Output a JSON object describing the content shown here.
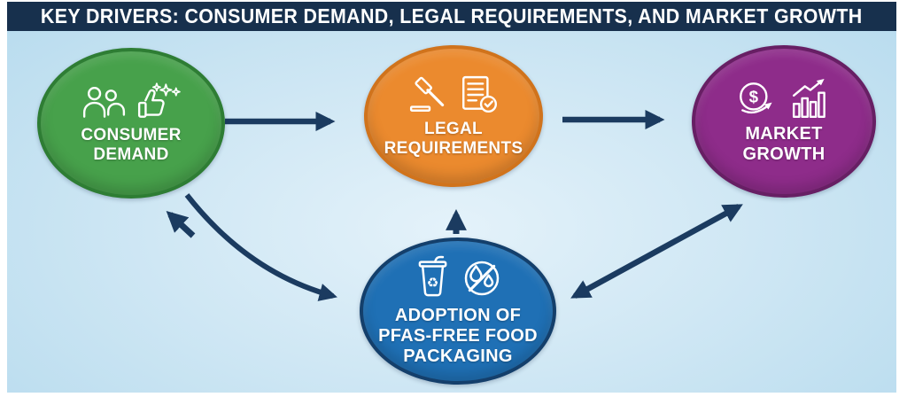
{
  "title": "KEY DRIVERS: CONSUMER DEMAND, LEGAL REQUIREMENTS, AND MARKET GROWTH",
  "nodes": {
    "consumer": {
      "lines": [
        "CONSUMER",
        "DEMAND"
      ],
      "color": "#47a14b",
      "border": "#2e7d34",
      "icons": [
        "people-icon",
        "thumbs-up-stars-icon"
      ]
    },
    "legal": {
      "lines": [
        "LEGAL",
        "REQUIREMENTS"
      ],
      "color": "#eb8a2e",
      "border": "#d0731c",
      "icons": [
        "gavel-icon",
        "document-check-icon"
      ]
    },
    "market": {
      "lines": [
        "MARKET",
        "GROWTH"
      ],
      "color": "#8e2c8a",
      "border": "#671f64",
      "icons": [
        "dollar-coin-icon",
        "growth-chart-icon"
      ]
    },
    "packaging": {
      "lines": [
        "ADOPTION OF",
        "PFAS-FREE FOOD",
        "PACKAGING"
      ],
      "color": "#1f70b5",
      "border": "#143f6b",
      "icons": [
        "cup-recycle-icon",
        "no-pfas-icon"
      ]
    }
  },
  "colors": {
    "title_bar": "#17304d",
    "title_text": "#ffffff",
    "arrow": "#1b3b60",
    "bg_center": "#e4f2fa",
    "bg_edge": "#b7dbee",
    "frame": "#ffffff"
  }
}
